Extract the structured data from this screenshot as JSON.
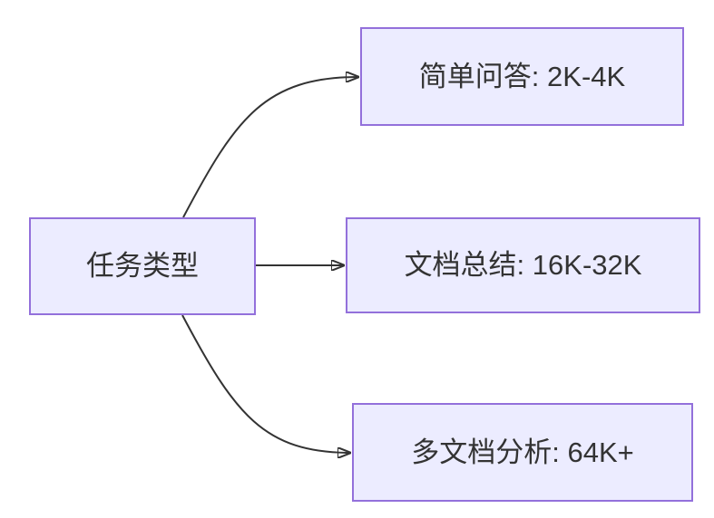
{
  "diagram": {
    "type": "flowchart-left-to-right",
    "root": {
      "label": "任务类型"
    },
    "branches": [
      {
        "label": "简单问答: 2K-4K"
      },
      {
        "label": "文档总结: 16K-32K"
      },
      {
        "label": "多文档分析: 64K+"
      }
    ],
    "edges": [
      {
        "from": "任务类型",
        "to": "简单问答: 2K-4K"
      },
      {
        "from": "任务类型",
        "to": "文档总结: 16K-32K"
      },
      {
        "from": "任务类型",
        "to": "多文档分析: 64K+"
      }
    ],
    "colors": {
      "node_fill": "#ECECFF",
      "node_border": "#9370DB",
      "arrow": "#333333",
      "text": "#333333",
      "background": "#ffffff"
    }
  }
}
